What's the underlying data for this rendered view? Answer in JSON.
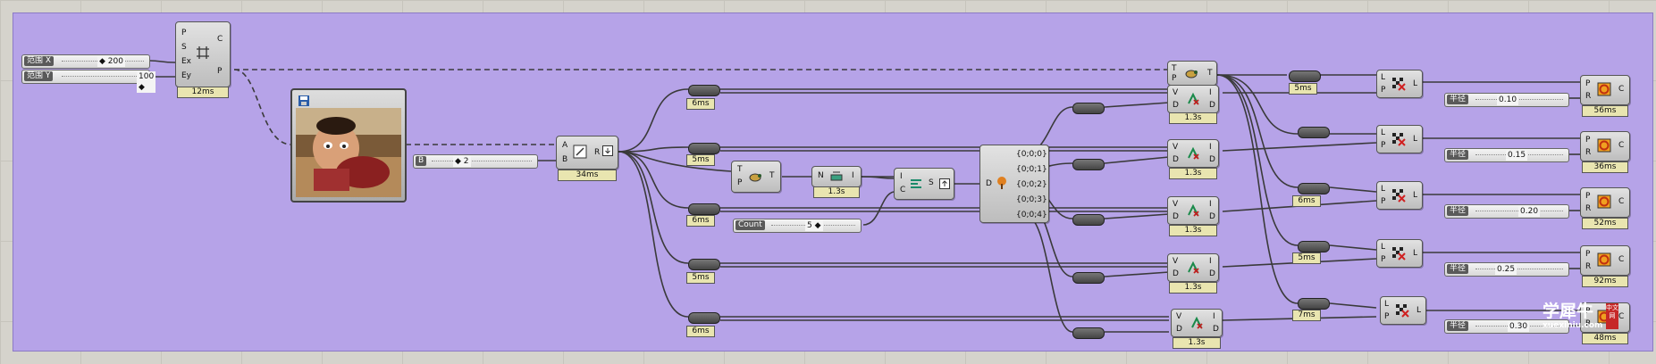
{
  "canvas": {
    "group_color": "#b6a3e8",
    "background": "#d5d3cc"
  },
  "rect_sliders": [
    {
      "label": "范围 X",
      "value": "◆ 200"
    },
    {
      "label": "范围 Y",
      "value": "100 ◆"
    }
  ],
  "rect_component": {
    "inputs": [
      "P",
      "S",
      "Ex",
      "Ey"
    ],
    "outputs": [
      "C",
      "P"
    ],
    "timer": "12ms"
  },
  "b_slider": {
    "label": "B",
    "value": "◆ 2"
  },
  "blend_component": {
    "inputs": [
      "A",
      "B"
    ],
    "output": "R",
    "timer": "34ms"
  },
  "count_slider": {
    "label": "Count",
    "value": "5 ◆"
  },
  "tcomp": {
    "input_t": "T",
    "input_p": "P",
    "output": "T"
  },
  "ncomp": {
    "input": "N",
    "output": "I",
    "timer": "1.3s"
  },
  "scomp": {
    "input_i": "I",
    "input_c": "C",
    "output": "S"
  },
  "tree": {
    "input": "D",
    "outputs": [
      "{0;0;0}",
      "{0;0;1}",
      "{0;0;2}",
      "{0;0;3}",
      "{0;0;4}"
    ]
  },
  "relays_left": [
    "6ms",
    "5ms",
    "6ms",
    "5ms",
    "6ms"
  ],
  "top_eval": {
    "inputs": [
      "T",
      "P"
    ],
    "output": "T"
  },
  "evals": [
    {
      "inputs": [
        "V",
        "D"
      ],
      "outputs": [
        "I",
        "D"
      ],
      "timer": "1.3s"
    },
    {
      "inputs": [
        "V",
        "D"
      ],
      "outputs": [
        "I",
        "D"
      ],
      "timer": "1.3s"
    },
    {
      "inputs": [
        "V",
        "D"
      ],
      "outputs": [
        "I",
        "D"
      ],
      "timer": "1.3s"
    },
    {
      "inputs": [
        "V",
        "D"
      ],
      "outputs": [
        "I",
        "D"
      ],
      "timer": "1.3s"
    },
    {
      "inputs": [
        "V",
        "D"
      ],
      "outputs": [
        "I",
        "D"
      ],
      "timer": "1.3s"
    }
  ],
  "relays_right": [
    "5ms",
    "",
    "6ms",
    "5ms",
    "7ms"
  ],
  "lcomps": [
    {
      "inputs": [
        "L",
        "P"
      ],
      "output": "L"
    },
    {
      "inputs": [
        "L",
        "P"
      ],
      "output": "L"
    },
    {
      "inputs": [
        "L",
        "P"
      ],
      "output": "L"
    },
    {
      "inputs": [
        "L",
        "P"
      ],
      "output": "L"
    },
    {
      "inputs": [
        "L",
        "P"
      ],
      "output": "L"
    }
  ],
  "radius_sliders": [
    {
      "label": "半径",
      "value": "0.10"
    },
    {
      "label": "半径",
      "value": "0.15"
    },
    {
      "label": "半径",
      "value": "0.20"
    },
    {
      "label": "半径",
      "value": "0.25"
    },
    {
      "label": "半径",
      "value": "0.30"
    }
  ],
  "circles": [
    {
      "inputs": [
        "P",
        "R"
      ],
      "output": "C",
      "timer": "56ms"
    },
    {
      "inputs": [
        "P",
        "R"
      ],
      "output": "C",
      "timer": "36ms"
    },
    {
      "inputs": [
        "P",
        "R"
      ],
      "output": "C",
      "timer": "52ms"
    },
    {
      "inputs": [
        "P",
        "R"
      ],
      "output": "C",
      "timer": "92ms"
    },
    {
      "inputs": [
        "P",
        "R"
      ],
      "output": "C",
      "timer": "48ms"
    }
  ],
  "watermark": {
    "brand": "学犀牛",
    "url": "xuexiniu.com",
    "badge": "中文网"
  }
}
